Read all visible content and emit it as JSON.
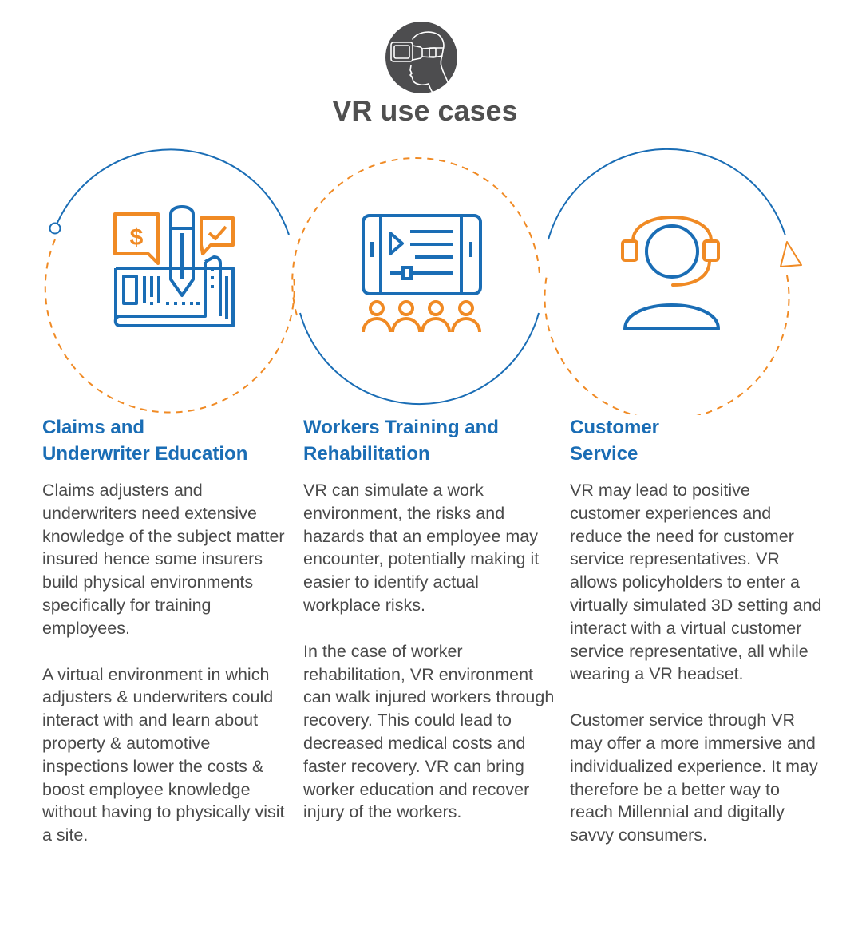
{
  "header": {
    "icon": "vr-headset-person-icon",
    "title": "VR use cases"
  },
  "colors": {
    "blue": "#1a6db5",
    "orange": "#f08a24",
    "title_gray": "#505050",
    "body_gray": "#4a4a4a",
    "header_icon_bg": "#4d4d4f"
  },
  "use_cases": [
    {
      "icon": "claims-document-pencil-icon",
      "title_line1": "Claims and",
      "title_line2": "Underwriter Education",
      "paragraphs": [
        "Claims adjusters and underwriters need extensive knowledge of the subject matter insured hence some insurers build physical environments specifically for training employees.",
        "A virtual environment in which adjusters & underwriters could interact with and learn about property & automotive inspections lower the costs & boost employee knowledge without having to physically visit a site."
      ]
    },
    {
      "icon": "video-training-audience-icon",
      "title_line1": "Workers Training and",
      "title_line2": "Rehabilitation",
      "paragraphs": [
        "VR can simulate a work environment, the risks and hazards that an employee may encounter, potentially making it easier to identify actual workplace risks.",
        "In the case of worker rehabilitation, VR environment can walk injured workers through recovery. This could lead to decreased medical costs and faster recovery. VR can bring worker education and recover injury of the workers."
      ]
    },
    {
      "icon": "customer-service-headset-icon",
      "title_line1": "Customer",
      "title_line2": "Service",
      "paragraphs": [
        "VR may lead to positive customer experiences and reduce the need for customer service representatives. VR allows policyholders to enter a virtually simulated 3D setting and interact with a virtual customer service representative, all while wearing a VR headset.",
        "Customer service through VR may offer a more immersive and individualized experience. It may therefore be a better way to reach Millennial and digitally savvy consumers."
      ]
    }
  ]
}
